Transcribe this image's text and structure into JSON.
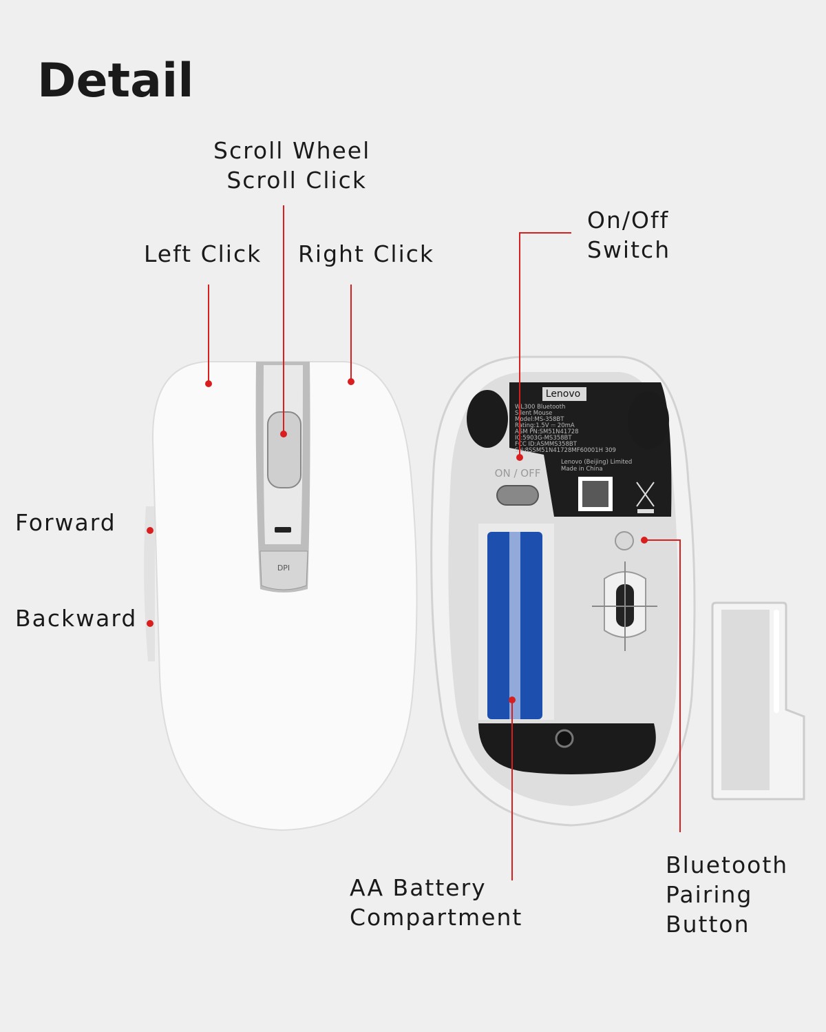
{
  "title": "Detail",
  "accent_color": "#d81e1e",
  "labels": {
    "scroll_wheel": "Scroll Wheel",
    "scroll_click": "Scroll Click",
    "left_click": "Left Click",
    "right_click": "Right Click",
    "on_off": "On/Off",
    "switch": "Switch",
    "forward": "Forward",
    "backward": "Backward",
    "aa_battery": "AA Battery",
    "compartment": "Compartment",
    "bluetooth": "Bluetooth",
    "pairing": "Pairing",
    "button": "Button"
  },
  "mouse": {
    "dpi_label": "DPI",
    "brand": "Lenovo",
    "switch_label": "ON / OFF",
    "spec_lines": [
      "WL300 Bluetooth",
      "Silent Mouse",
      "Model:MS-358BT",
      "Rating:1.5V ⎓ 20mA",
      "ASM PN:SM51N41728",
      "IC:5903G-MS358BT",
      "FCC ID:ASMMS358BT",
      "SN:8SSM51N41728MF60001H 309"
    ],
    "maker_lines": [
      "Lenovo (Beijing) Limited",
      "Made in China"
    ]
  }
}
